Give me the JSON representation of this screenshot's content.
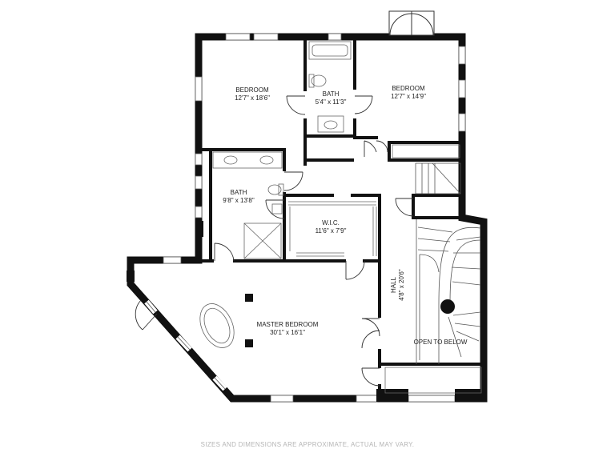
{
  "rooms": [
    {
      "id": "bedroom-1",
      "name": "BEDROOM",
      "dims": "12'7\" x 18'6\""
    },
    {
      "id": "bath-1",
      "name": "BATH",
      "dims": "5'4\" x 11'3\""
    },
    {
      "id": "bedroom-2",
      "name": "BEDROOM",
      "dims": "12'7\" x 14'9\""
    },
    {
      "id": "bath-2",
      "name": "BATH",
      "dims": "9'8\" x 13'8\""
    },
    {
      "id": "wic",
      "name": "W.I.C.",
      "dims": "11'6\" x 7'9\""
    },
    {
      "id": "hall",
      "name": "HALL",
      "dims": "4'8\" x 20'6\""
    },
    {
      "id": "master",
      "name": "MASTER BEDROOM",
      "dims": "30'1\" x 16'1\""
    }
  ],
  "open_to_below": "OPEN TO BELOW",
  "disclaimer": "SIZES AND DIMENSIONS ARE APPROXIMATE, ACTUAL MAY VARY.",
  "colors": {
    "wall": "#111111",
    "line": "#333333",
    "fixture": "#666666",
    "note": "#b5b5b5"
  }
}
